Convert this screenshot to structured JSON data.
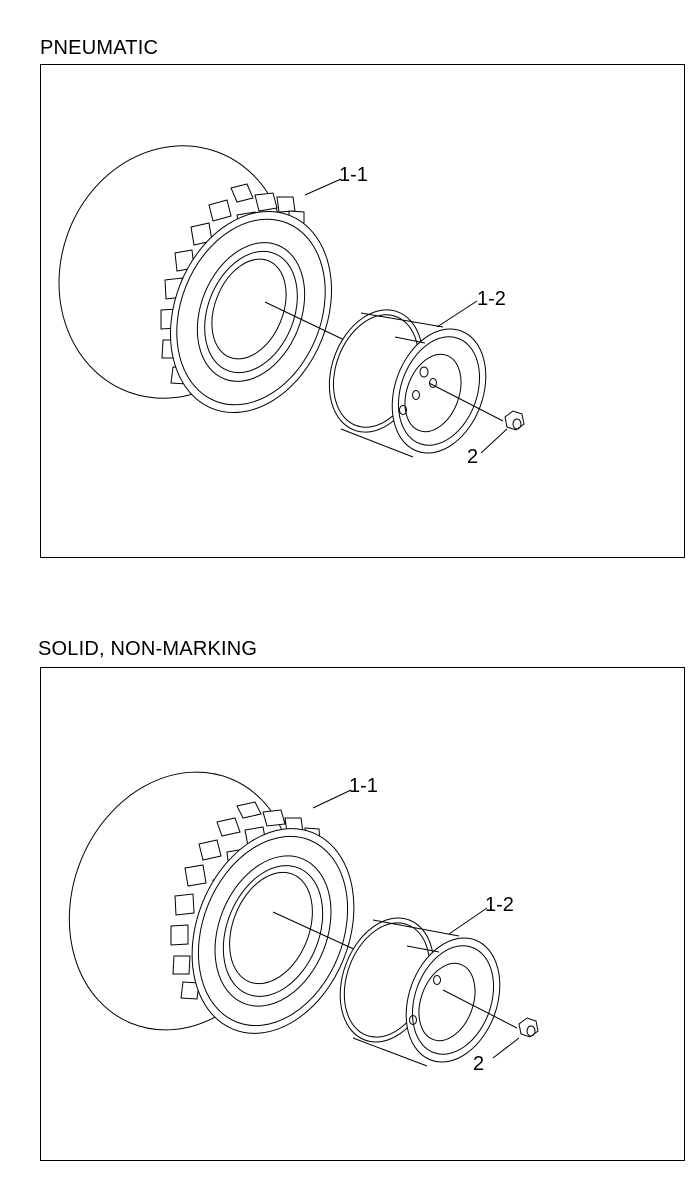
{
  "sections": [
    {
      "title": "PNEUMATIC",
      "callouts": {
        "tire": "1-1",
        "rim": "1-2",
        "nut": "2"
      }
    },
    {
      "title": "SOLID, NON-MARKING",
      "callouts": {
        "tire": "1-1",
        "rim": "1-2",
        "nut": "2"
      }
    }
  ]
}
